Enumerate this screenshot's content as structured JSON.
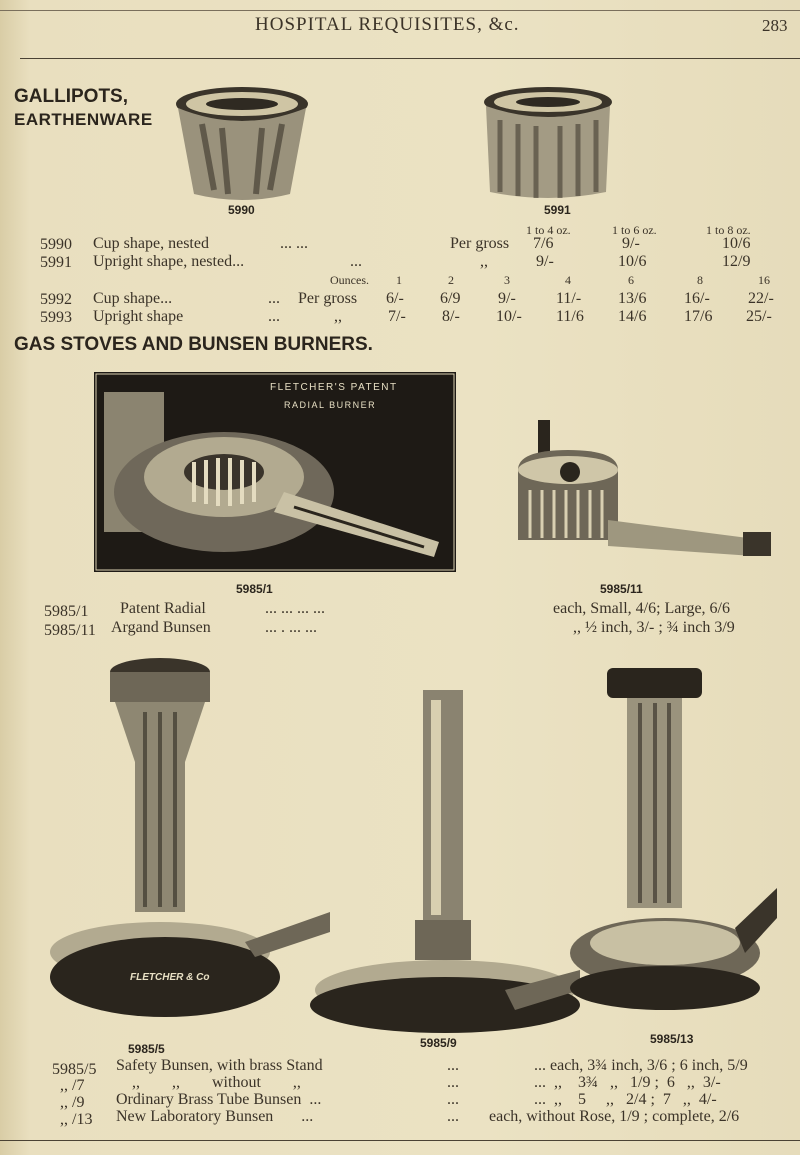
{
  "header": {
    "title": "HOSPITAL REQUISITES, &c.",
    "page_number": "283"
  },
  "gallipots": {
    "heading_line1": "GALLIPOTS,",
    "heading_line2": "EARTHENWARE",
    "figure_captions": [
      "5990",
      "5991"
    ],
    "size_headers": [
      "1 to 4 oz.",
      "1 to 6 oz.",
      "1 to 8 oz."
    ],
    "rows_a": [
      {
        "no": "5990",
        "desc": "Cup shape, nested",
        "dots": "...            ...",
        "unit": "Per gross",
        "prices": [
          "7/6",
          "9/-",
          "10/6"
        ]
      },
      {
        "no": "5991",
        "desc": "Upright shape, nested...",
        "dots": "...",
        "unit": ",,",
        "prices": [
          "9/-",
          "10/6",
          "12/9"
        ]
      }
    ],
    "ounces_label": "Ounces.",
    "ounces": [
      "1",
      "2",
      "3",
      "4",
      "6",
      "8",
      "16"
    ],
    "rows_b": [
      {
        "no": "5992",
        "desc": "Cup shape...",
        "dots": "...",
        "unit": "Per gross",
        "prices": [
          "6/-",
          "6/9",
          "9/-",
          "11/-",
          "13/6",
          "16/-",
          "22/-"
        ]
      },
      {
        "no": "5993",
        "desc": "Upright shape",
        "dots": "...",
        "unit": ",,",
        "prices": [
          "7/-",
          "8/-",
          "10/-",
          "11/6",
          "14/6",
          "17/6",
          "25/-"
        ]
      }
    ]
  },
  "gas": {
    "heading": "GAS STOVES AND BUNSEN BURNERS.",
    "radial_plate_line1": "FLETCHER'S PATENT",
    "radial_plate_line2": "RADIAL BURNER",
    "logo_text": "FLETCHER & Co",
    "captions_top": [
      "5985/1",
      "5985/11"
    ],
    "rows_top": [
      {
        "no": "5985/1",
        "desc": "Patent Radial",
        "dots": "...              ...              ...              ...",
        "price": "each, Small, 4/6; Large, 6/6"
      },
      {
        "no": "5985/11",
        "desc": "Argand Bunsen",
        "dots": "...              .              ...              ...",
        "price": ",,  ½ inch, 3/- ; ¾ inch   3/9"
      }
    ],
    "captions_bottom": [
      "5985/5",
      "5985/9",
      "5985/13"
    ],
    "rows_bottom": [
      {
        "no": "5985/5",
        "desc": "Safety Bunsen, with brass Stand",
        "dots": "...",
        "price": "... each, 3¾ inch, 3/6 ;  6 inch, 5/9"
      },
      {
        "no": ",, /7",
        "desc": ",,        ,,        without        ,,",
        "dots": "...",
        "price": "...  ,,    3¾   ,,   1/9 ;  6   ,,  3/-"
      },
      {
        "no": ",, /9",
        "desc": "Ordinary Brass Tube Bunsen  ...",
        "dots": "...",
        "price": "...  ,,    5     ,,   2/4 ;  7   ,,  4/-"
      },
      {
        "no": ",, /13",
        "desc": "New Laboratory Bunsen       ...",
        "dots": "...",
        "price": "each, without Rose, 1/9 ; complete, 2/6"
      }
    ]
  }
}
